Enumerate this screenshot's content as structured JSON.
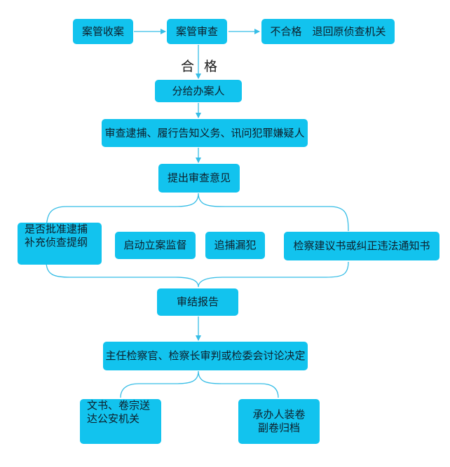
{
  "nodes": {
    "receive_case": "案管收案",
    "review_case": "案管审查",
    "unqualified": "不合格　退回原侦查机关",
    "assign": "分给办案人",
    "review_arrest": "审查逮捕、履行告知义务、讯问犯罪嫌疑人",
    "propose": "提出审查意见",
    "approve_line1": "是否批准逮捕",
    "approve_line2": "补充侦查提纲",
    "supervise": "启动立案监督",
    "pursue": "追捕漏犯",
    "procuratorial_advice": "检察建议书或纠正违法通知书",
    "report": "审结报告",
    "decision": "主任检察官、检察长审判或检委会讨论决定",
    "deliver_line1": "文书、卷宗送",
    "deliver_line2": "达公安机关",
    "archive_line1": "承办人装卷",
    "archive_line2": "副卷归档"
  },
  "edge_labels": {
    "qualified": "合格"
  },
  "colors": {
    "box_fill": "#12c3ee",
    "connector": "#35bde6",
    "text": "#0d1f2b"
  }
}
